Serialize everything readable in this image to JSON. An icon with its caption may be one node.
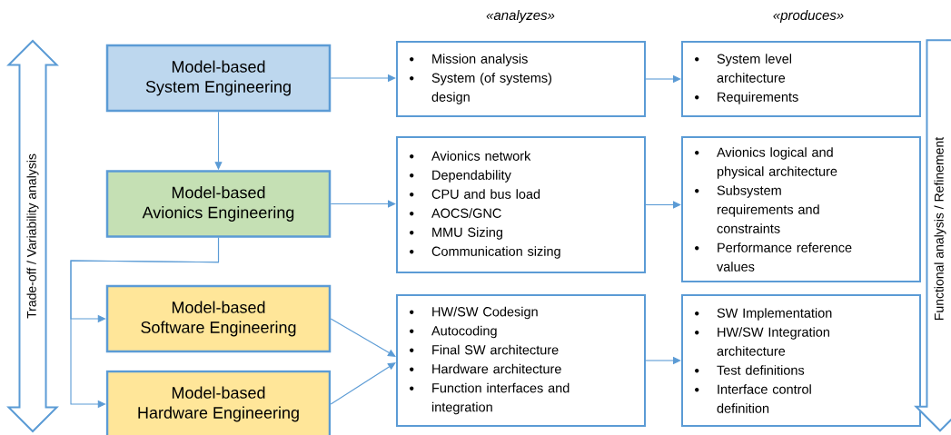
{
  "diagram": {
    "nodes": [
      {
        "text": [
          "Model-based",
          "System Engineering"
        ]
      },
      {
        "text": [
          "Model-based",
          "Avionics Engineering"
        ]
      },
      {
        "text": [
          "Model-based",
          "Software Engineering"
        ]
      },
      {
        "text": [
          "Model-based",
          "Hardware Engineering"
        ]
      },
      {
        "text": [
          "Mission analysis",
          "System (of systems) design"
        ]
      },
      {
        "text": [
          "Avionics network",
          "Dependability",
          "CPU and bus load",
          "AOCS/GNC",
          "MMU Sizing",
          "Communication sizing"
        ]
      },
      {
        "text": [
          "HW/SW Codesign",
          "Autocoding",
          "Final SW architecture",
          "Hardware architecture",
          "Function interfaces and integration"
        ]
      },
      {
        "text": [
          "System level architecture",
          "Requirements"
        ]
      },
      {
        "text": [
          "Avionics logical and physical architecture",
          "Subsystem requirements and constraints",
          "Performance reference values"
        ]
      },
      {
        "text": [
          "SW Implementation",
          "HW/SW Integration architecture",
          "Test definitions",
          "Interface control definition"
        ]
      },
      {
        "text": [
          "Trade-off / Variability analysis"
        ]
      },
      {
        "text": [
          "Functional analysis / Refinement"
        ]
      }
    ],
    "edges": [
      {
        "from": 0,
        "to": 4,
        "arrow": "to"
      },
      {
        "from": 4,
        "to": 7,
        "arrow": "to"
      },
      {
        "from": 0,
        "to": 1,
        "arrow": "to"
      },
      {
        "from": 1,
        "to": 5,
        "arrow": "to"
      },
      {
        "from": 5,
        "to": 8,
        "arrow": "to"
      },
      {
        "from": 1,
        "to": 2,
        "arrow": "to"
      },
      {
        "from": 1,
        "to": 3,
        "arrow": "to"
      },
      {
        "from": 2,
        "to": 6,
        "arrow": "to"
      },
      {
        "from": 3,
        "to": 6,
        "arrow": "to"
      },
      {
        "from": 6,
        "to": 9,
        "arrow": "to"
      }
    ],
    "labels": [
      "«analyzes»",
      "«produces»"
    ]
  }
}
